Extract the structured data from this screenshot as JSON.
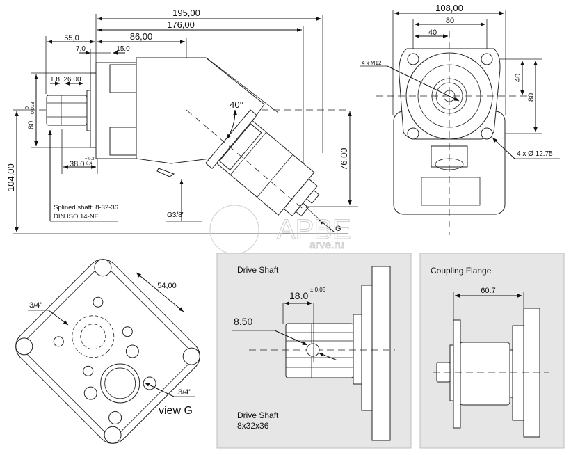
{
  "side_view": {
    "dims": {
      "overall_length": "195,00",
      "length_to_flange": "176,00",
      "pivot_distance": "86,00",
      "shaft_length": "55,0",
      "flange_offset_left": "7,0",
      "flange_offset_right": "15.0",
      "groove_width": "1.8",
      "spline_length": "26.00",
      "tol_upper": "0",
      "tol_lower": "0.013",
      "pilot_diameter": "80",
      "groove_position": "38.0",
      "groove_tol_upper": "+ 0.2",
      "groove_tol_lower": "0.4",
      "overall_height": "104,00",
      "angle": "40°",
      "port_height": "76,00"
    },
    "notes": {
      "spline_line1": "Splined shaft: 8-32-36",
      "spline_line2": "DIN ISO 14-NF",
      "drain_port": "G3/8\"",
      "view_arrow": "G"
    }
  },
  "front_view": {
    "dims": {
      "overall_width": "108,00",
      "bolt_spacing_h": "80",
      "bolt_half_h": "40",
      "bolt_half_v": "40",
      "bolt_spacing_v": "80",
      "thread": "4 x M12",
      "bolt_holes": "4 x  Ø 12.75"
    }
  },
  "view_g": {
    "dims": {
      "port_spacing": "54,00",
      "port_a": "3/4\"",
      "port_b": "3/4\""
    },
    "label": "view G"
  },
  "drive_shaft_panel": {
    "title": "Drive Shaft",
    "dim_position": "18.0",
    "dim_tolerance": "± 0.05",
    "hole_diameter": "8.50",
    "caption_line1": "Drive Shaft",
    "caption_line2": "8x32x36"
  },
  "coupling_panel": {
    "title": "Coupling Flange",
    "dim_length": "60.7"
  },
  "watermark": {
    "brand": "АРВЕ",
    "site": "arve.ru"
  }
}
